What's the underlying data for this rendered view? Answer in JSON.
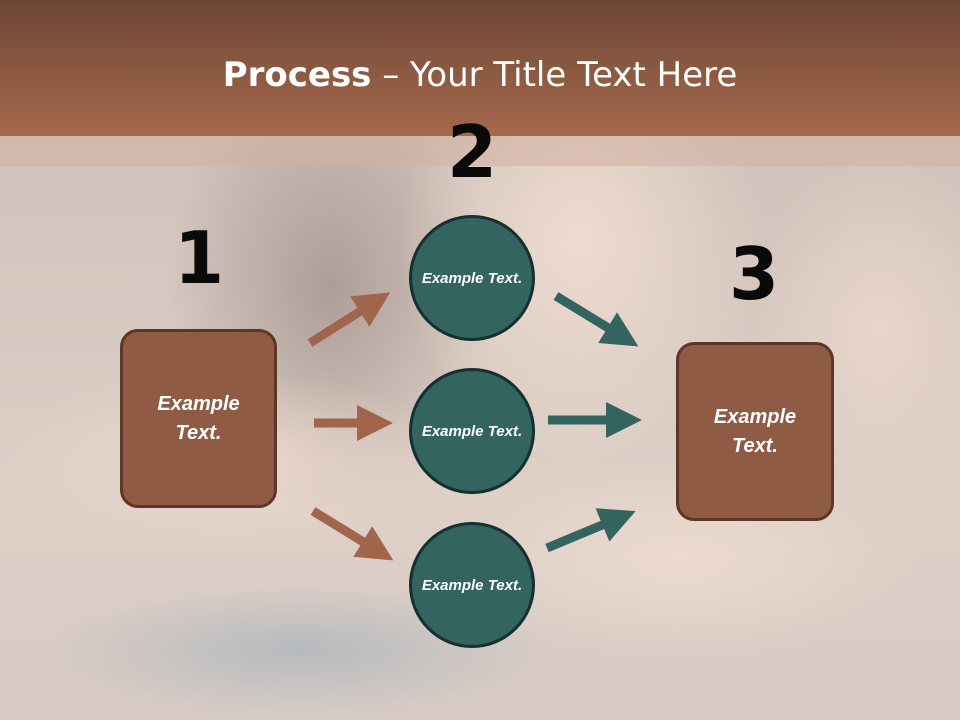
{
  "title": {
    "strong": "Process",
    "rest": " – Your Title Text Here"
  },
  "steps": [
    {
      "number": "1",
      "label": "Example Text."
    },
    {
      "number": "2",
      "label": ""
    },
    {
      "number": "3",
      "label": "Example Text."
    }
  ],
  "circles": [
    {
      "label": "Example Text."
    },
    {
      "label": "Example Text."
    },
    {
      "label": "Example Text."
    }
  ],
  "colors": {
    "header": "#8d5a42",
    "box_fill": "#8f5b45",
    "circle_fill": "#336460",
    "left_arrow": "#a0654b",
    "right_arrow": "#336460"
  }
}
